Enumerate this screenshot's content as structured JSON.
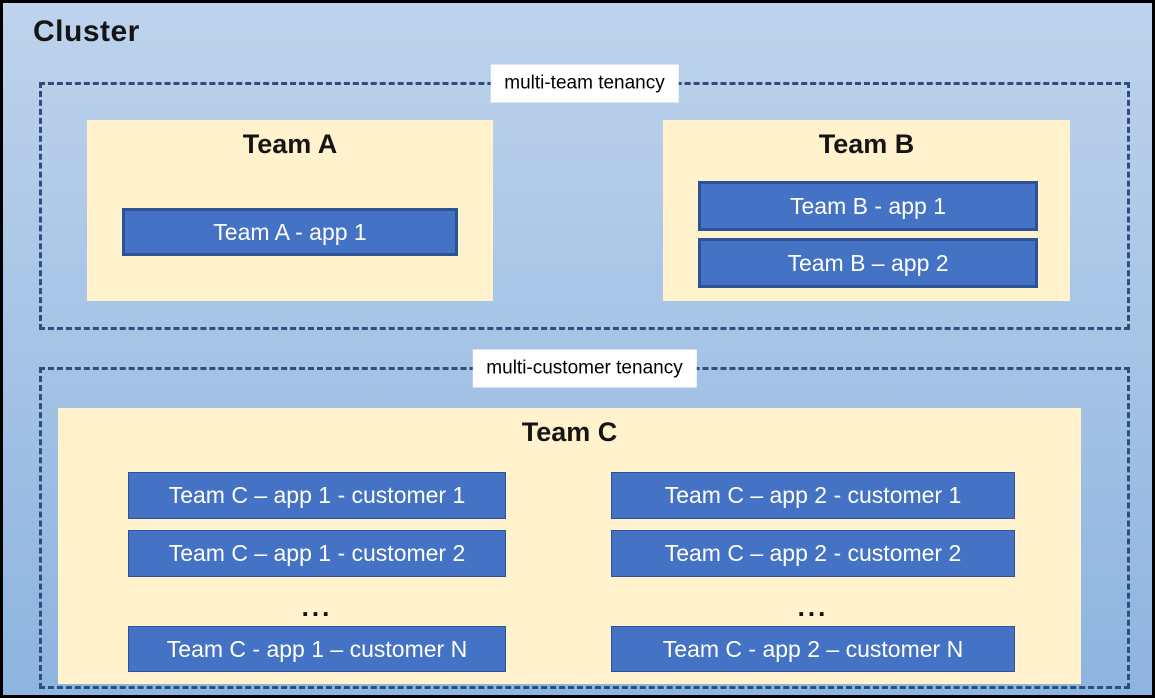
{
  "cluster": {
    "title": "Cluster"
  },
  "groups": [
    {
      "label": "multi-team tenancy",
      "teams": [
        {
          "name": "Team A",
          "apps": [
            "Team A - app 1"
          ]
        },
        {
          "name": "Team B",
          "apps": [
            "Team B - app 1",
            "Team B – app 2"
          ]
        }
      ]
    },
    {
      "label": "multi-customer tenancy",
      "teams": [
        {
          "name": "Team C",
          "columns": [
            {
              "rows": [
                "Team C – app 1 - customer 1",
                "Team C – app 1 - customer 2"
              ],
              "ellipsis": "...",
              "last_row": "Team C - app 1 – customer N"
            },
            {
              "rows": [
                "Team C – app 2 - customer 1",
                "Team C – app 2 - customer 2"
              ],
              "ellipsis": "...",
              "last_row": "Team C - app 2 – customer N"
            }
          ]
        }
      ]
    }
  ],
  "colors": {
    "bg_top": "#BED3EC",
    "bg_bottom": "#8DB4DF",
    "outer_border": "#000000",
    "dashed_border": "#2E4E7E",
    "team_box_fill": "#FFF2CC",
    "app_box_fill": "#4472C4",
    "app_box_border": "#2E5395",
    "app_box_text": "#FFFFFF",
    "title_text": "#151515",
    "label_bg": "#FFFFFF",
    "label_text": "#000000"
  }
}
